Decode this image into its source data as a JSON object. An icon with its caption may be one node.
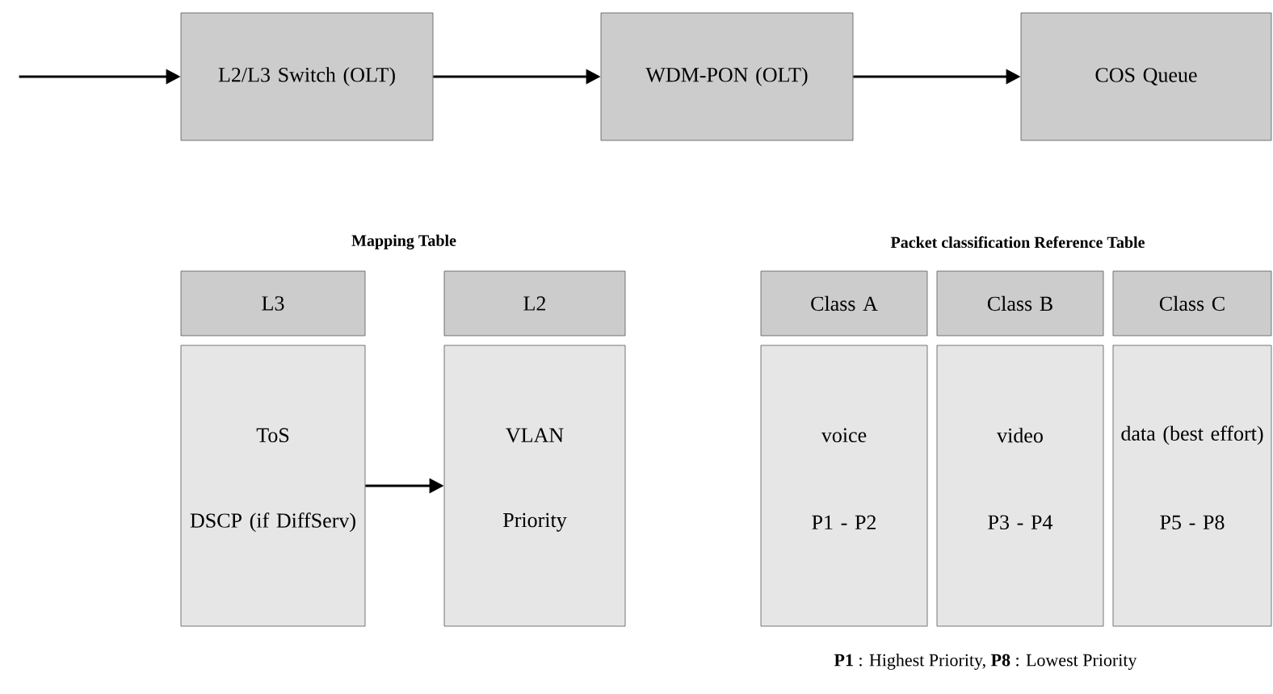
{
  "diagram": {
    "nodes": [
      {
        "text": [
          "L2/L3 Switch (OLT)"
        ]
      },
      {
        "text": [
          "WDM-PON (OLT)"
        ]
      },
      {
        "text": [
          "COS Queue"
        ]
      },
      {
        "text": [
          "L3"
        ]
      },
      {
        "text": [
          "ToS",
          "DSCP (if DiffServ)"
        ]
      },
      {
        "text": [
          "L2"
        ]
      },
      {
        "text": [
          "VLAN",
          "Priority"
        ]
      },
      {
        "text": [
          "Class A"
        ]
      },
      {
        "text": [
          "voice",
          "P1 - P2"
        ]
      },
      {
        "text": [
          "Class B"
        ]
      },
      {
        "text": [
          "video",
          "P3 - P4"
        ]
      },
      {
        "text": [
          "Class C"
        ]
      },
      {
        "text": [
          "data (best effort)",
          "P5 - P8"
        ]
      }
    ],
    "edges": [
      {
        "from": null,
        "to": 0,
        "arrow": "to"
      },
      {
        "from": 0,
        "to": 1,
        "arrow": "to"
      },
      {
        "from": 1,
        "to": 2,
        "arrow": "to"
      },
      {
        "from": 4,
        "to": 6,
        "arrow": "to"
      }
    ],
    "labels": [
      "Mapping Table",
      "Packet classification Reference Table",
      "**P1** : Highest Priority,  **P8** : Lowest Priority"
    ]
  }
}
